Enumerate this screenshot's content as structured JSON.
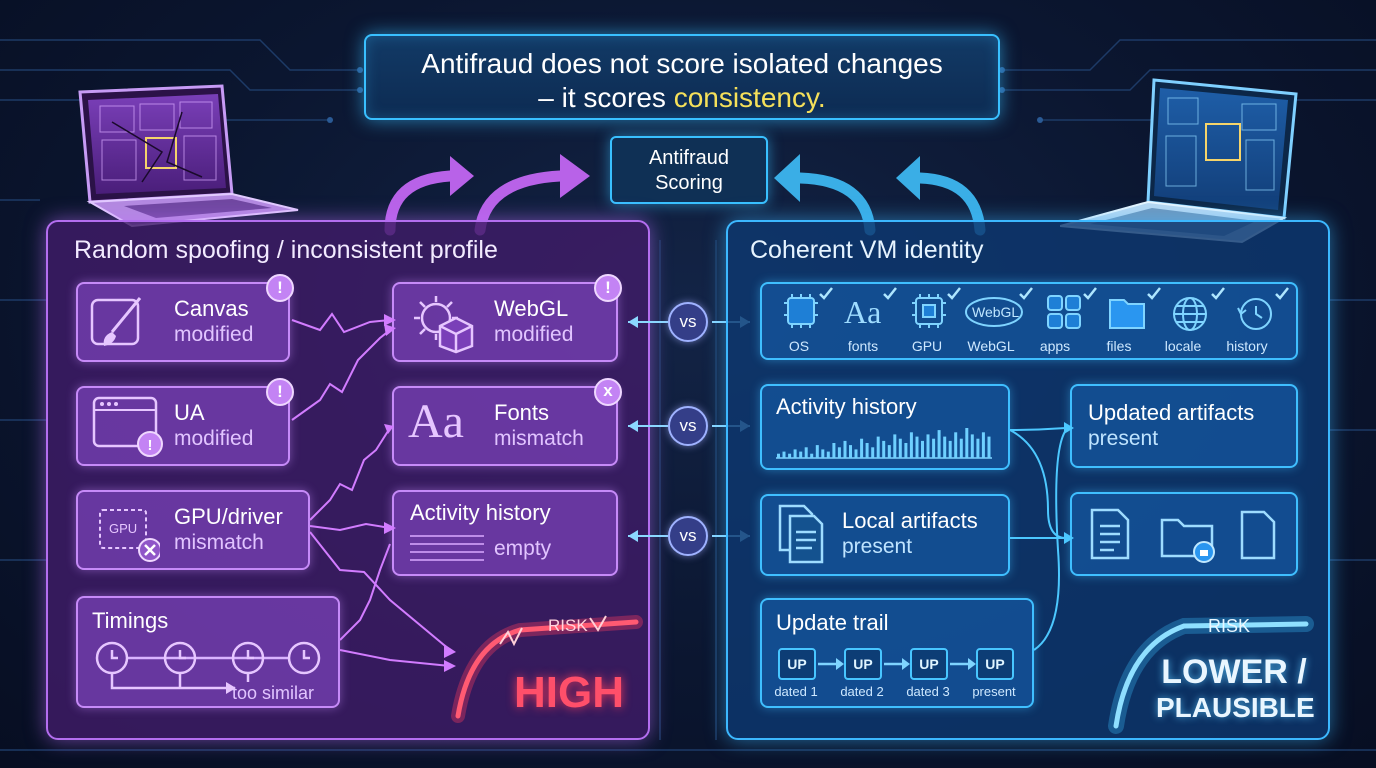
{
  "headline": {
    "line1": "Antifraud does not score isolated changes",
    "line2_prefix": "– it scores ",
    "line2_highlight": "consistency."
  },
  "scoring": {
    "line1": "Antifraud",
    "line2": "Scoring"
  },
  "left_panel": {
    "title": "Random spoofing / inconsistent profile",
    "canvas": {
      "title": "Canvas",
      "status": "modified",
      "badge": "!"
    },
    "ua": {
      "title": "UA",
      "status": "modified",
      "badge": "!"
    },
    "gpu": {
      "title": "GPU/driver",
      "status": "mismatch",
      "chip_text": "GPU"
    },
    "timings": {
      "title": "Timings",
      "note": "too similar"
    },
    "webgl": {
      "title": "WebGL",
      "status": "modified",
      "badge": "!"
    },
    "fonts": {
      "title": "Fonts",
      "status": "mismatch",
      "badge": "x",
      "glyph": "Aa"
    },
    "activity": {
      "title": "Activity history",
      "status": "empty"
    },
    "risk": {
      "label": "RISK",
      "value": "HIGH"
    }
  },
  "vs_label": "vs",
  "right_panel": {
    "title": "Coherent VM identity",
    "icons": [
      {
        "label": "OS",
        "icon": "chip-icon"
      },
      {
        "label": "fonts",
        "icon": "fonts-icon"
      },
      {
        "label": "GPU",
        "icon": "gpu-icon"
      },
      {
        "label": "WebGL",
        "icon": "webgl-icon"
      },
      {
        "label": "apps",
        "icon": "apps-icon"
      },
      {
        "label": "files",
        "icon": "folder-icon"
      },
      {
        "label": "locale",
        "icon": "globe-icon"
      },
      {
        "label": "history",
        "icon": "history-icon"
      }
    ],
    "fonts_glyph": "Aa",
    "webgl_glyph": "WebGL",
    "activity": {
      "title": "Activity history",
      "bars": [
        2,
        3,
        2,
        4,
        3,
        5,
        2,
        6,
        4,
        3,
        7,
        5,
        8,
        6,
        4,
        9,
        7,
        5,
        10,
        8,
        6,
        11,
        9,
        7,
        12,
        10,
        8,
        11,
        9,
        13,
        10,
        8,
        12,
        9,
        14,
        11,
        9,
        12,
        10
      ]
    },
    "updated": {
      "title": "Updated artifacts",
      "status": "present"
    },
    "local": {
      "title": "Local artifacts",
      "status": "present"
    },
    "update_trail": {
      "title": "Update trail",
      "badge": "UP",
      "items": [
        "dated 1",
        "dated 2",
        "dated 3",
        "present"
      ]
    },
    "risk": {
      "label": "RISK",
      "line1": "LOWER /",
      "line2": "PLAUSIBLE"
    }
  },
  "colors": {
    "left_accent": "#b46ef0",
    "right_accent": "#3cb8ff",
    "highlight": "#f5e05a",
    "risk_high": "#ff4f6a"
  }
}
